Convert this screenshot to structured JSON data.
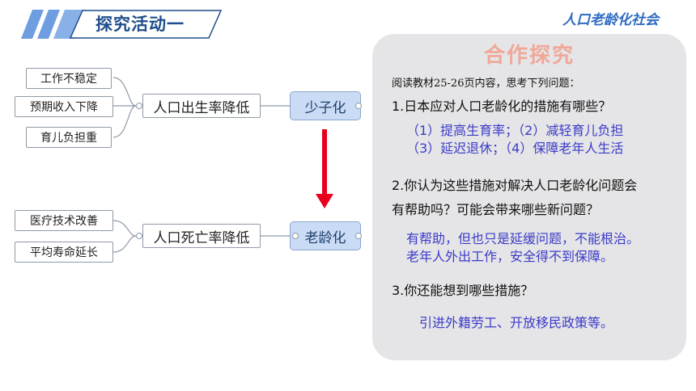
{
  "header": {
    "title": "探究活动一",
    "topic": "人口老龄化社会"
  },
  "colors": {
    "banner_blue": "#6f9ee0",
    "arrow_red": "#e8001c",
    "node_fill": "#c9dbf5",
    "answer_blue": "#3b3bc8",
    "panel_bg": "#e5e5e7"
  },
  "mindmap": {
    "causes_top": [
      "工作不稳定",
      "预期收入下降",
      "育儿负担重"
    ],
    "causes_bottom": [
      "医疗技术改善",
      "平均寿命延长"
    ],
    "mid_top": "人口出生率降低",
    "mid_bottom": "人口死亡率降低",
    "node_top": "少子化",
    "node_bottom": "老龄化"
  },
  "panel": {
    "title": "合作探究",
    "intro": "阅读教材25-26页内容，思考下列问题：",
    "q1": "1.日本应对人口老龄化的措施有哪些？",
    "a1_line1": "（1）提高生育率；（2）减轻育儿负担",
    "a1_line2": "（3）延迟退休；（4）保障老年人生活",
    "q2_line1": "2.你认为这些措施对解决人口老龄化问题会",
    "q2_line2": "有帮助吗？可能会带来哪些新问题？",
    "a2_line1": "有帮助，但也只是延缓问题，不能根治。",
    "a2_line2": "老年人外出工作，安全得不到保障。",
    "q3": "3.你还能想到哪些措施？",
    "a3": "引进外籍劳工、开放移民政策等。"
  }
}
